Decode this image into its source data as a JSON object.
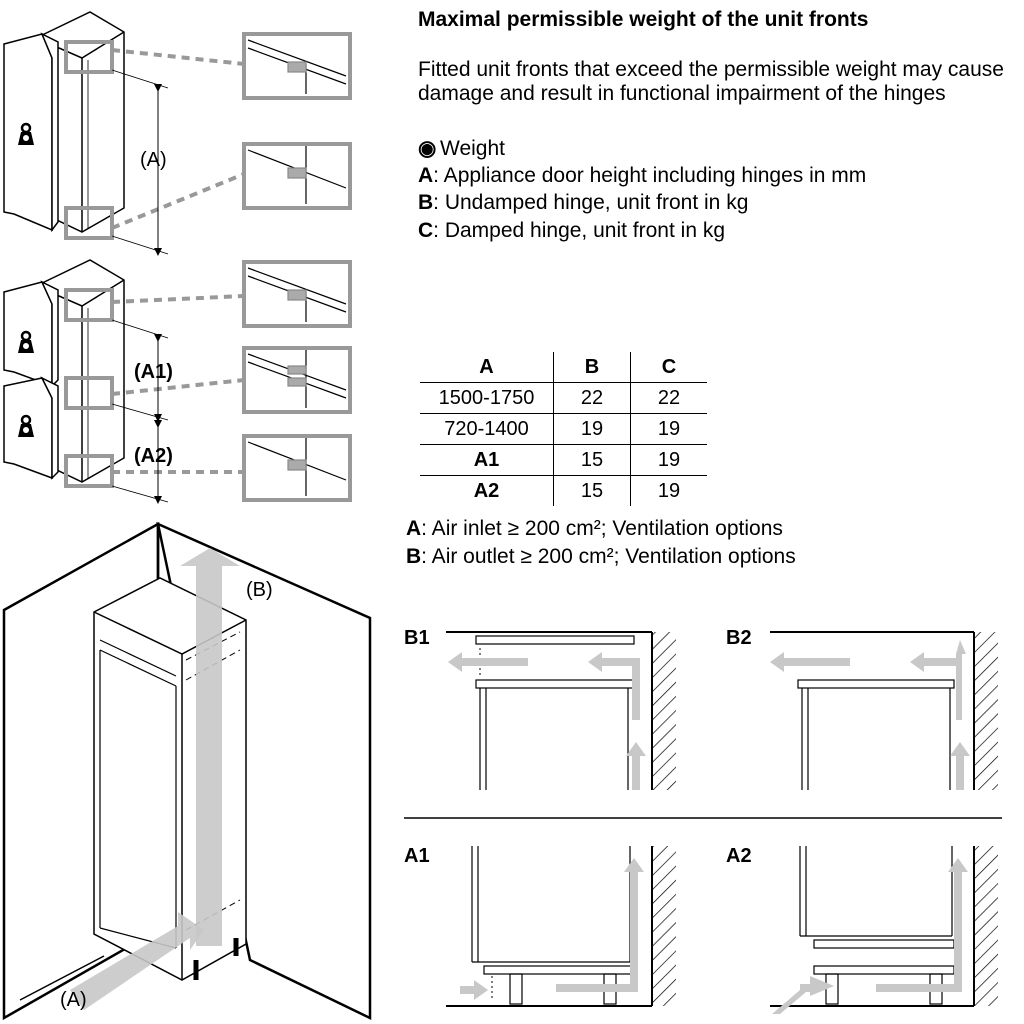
{
  "heading": "Maximal permissible weight of the unit fronts",
  "intro": "Fitted unit fronts that exceed the permissible weight may cause damage and result in functional impairment of the hinges",
  "legend": [
    {
      "key": "",
      "icon": "weight-icon",
      "text": "Weight"
    },
    {
      "key": "A",
      "text": ": Appliance door height including hinges in mm"
    },
    {
      "key": "B",
      "text": ": Undamped hinge, unit front in kg"
    },
    {
      "key": "C",
      "text": ": Damped hinge, unit front in kg"
    }
  ],
  "table": {
    "headers": [
      "A",
      "B",
      "C"
    ],
    "rows": [
      [
        "1500-1750",
        "22",
        "22"
      ],
      [
        "720-1400",
        "19",
        "19"
      ],
      [
        "A1",
        "15",
        "19"
      ],
      [
        "A2",
        "15",
        "19"
      ]
    ]
  },
  "ventilation": [
    {
      "key": "A",
      "text": ": Air inlet ≥ 200 cm²; Ventilation options"
    },
    {
      "key": "B",
      "text": ": Air outlet ≥ 200 cm²; Ventilation options"
    }
  ],
  "diagram_labels": {
    "dim_a": "(A)",
    "dim_a1": "(A1)",
    "dim_a2": "(A2)",
    "airflow_b": "(B)",
    "airflow_a": "(A)",
    "b1": "B1",
    "b2": "B2",
    "a1": "A1",
    "a2": "A2"
  },
  "colors": {
    "line": "#000000",
    "callout": "#999999",
    "arrow": "#c8c8c8"
  }
}
